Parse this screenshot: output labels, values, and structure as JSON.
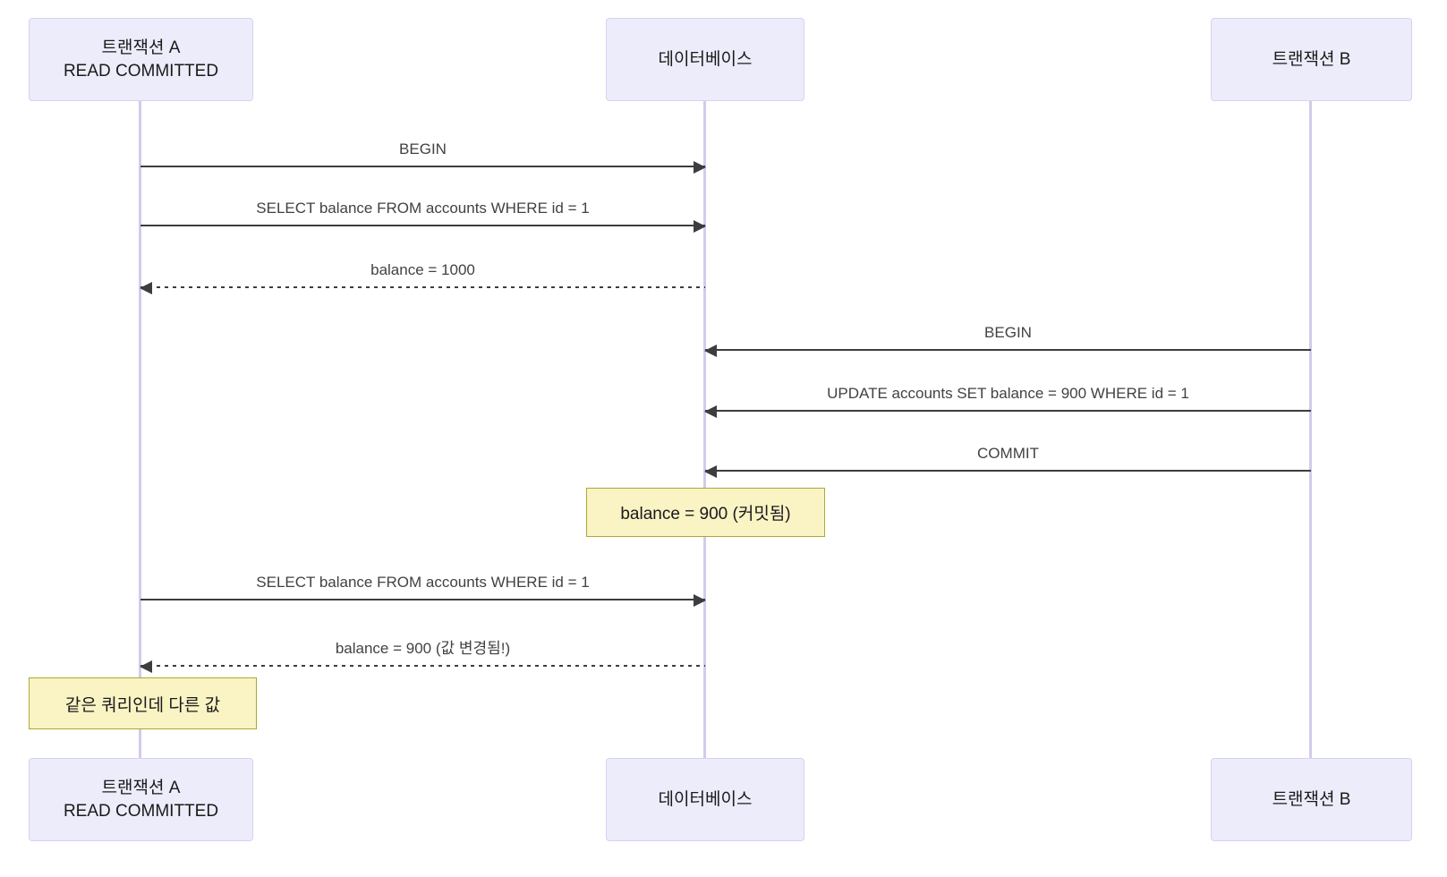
{
  "diagram": {
    "type": "sequence-diagram",
    "topic": "READ COMMITTED isolation level / non-repeatable read",
    "actors": [
      {
        "id": "tx_a",
        "label": "트랜잭션 A\nREAD COMMITTED"
      },
      {
        "id": "db",
        "label": "데이터베이스"
      },
      {
        "id": "tx_b",
        "label": "트랜잭션 B"
      }
    ],
    "messages": [
      {
        "from": "tx_a",
        "to": "db",
        "style": "solid",
        "label": "BEGIN"
      },
      {
        "from": "tx_a",
        "to": "db",
        "style": "solid",
        "label": "SELECT balance FROM accounts WHERE id = 1"
      },
      {
        "from": "db",
        "to": "tx_a",
        "style": "dashed",
        "label": "balance = 1000"
      },
      {
        "from": "tx_b",
        "to": "db",
        "style": "solid",
        "label": "BEGIN"
      },
      {
        "from": "tx_b",
        "to": "db",
        "style": "solid",
        "label": "UPDATE accounts SET balance = 900 WHERE id = 1"
      },
      {
        "from": "tx_b",
        "to": "db",
        "style": "solid",
        "label": "COMMIT"
      },
      {
        "from": "tx_a",
        "to": "db",
        "style": "solid",
        "label": "SELECT balance FROM accounts WHERE id = 1"
      },
      {
        "from": "db",
        "to": "tx_a",
        "style": "dashed",
        "label": "balance = 900 (값 변경됨!)"
      }
    ],
    "notes": [
      {
        "over": "db",
        "label": "balance = 900 (커밋됨)"
      },
      {
        "over": "tx_a",
        "label": "같은 쿼리인데 다른 값"
      }
    ],
    "colors": {
      "actor_fill": "#ECECFB",
      "actor_border": "#D8D1F0",
      "lifeline": "#D2CBEC",
      "note_fill": "#FAF3C4",
      "note_border": "#AAAA33",
      "message_line": "#3D3D3D",
      "message_text": "#424242",
      "actor_text": "#1A1A1A"
    }
  }
}
